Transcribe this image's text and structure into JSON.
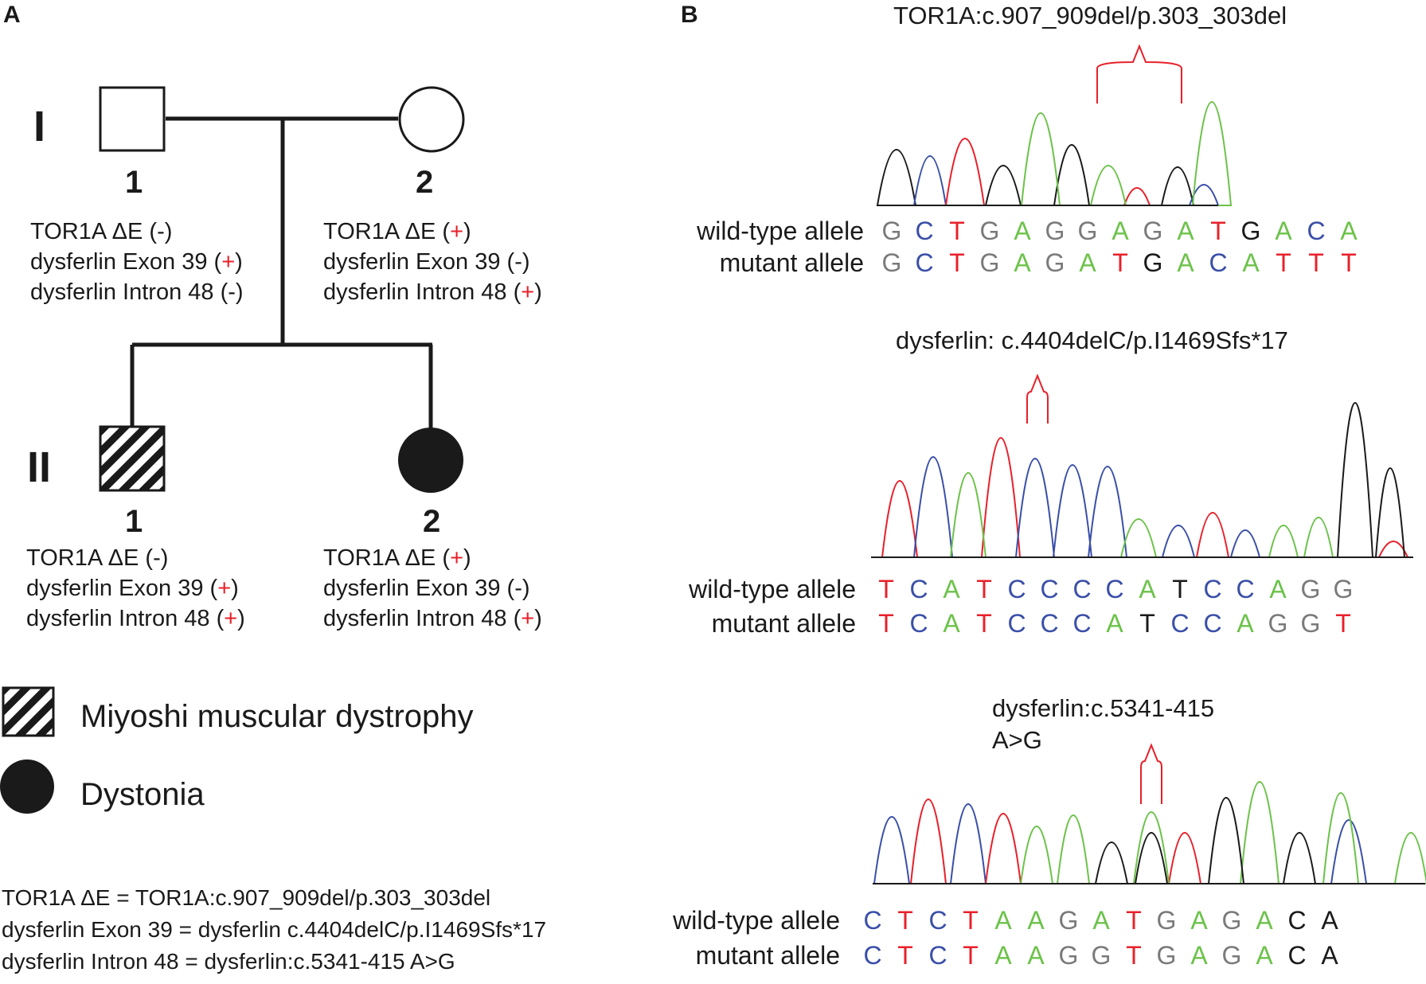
{
  "panels": {
    "a": "A",
    "b": "B"
  },
  "pedigree": {
    "generations": [
      "I",
      "II"
    ],
    "individuals": [
      {
        "id": "I-1",
        "number": "1",
        "status": "unaffected",
        "genotypes": [
          {
            "label": "TOR1A ΔE",
            "open": " (",
            "sign": "-",
            "close": ")",
            "positive": false
          },
          {
            "label": "dysferlin Exon 39",
            "open": " (",
            "sign": "+",
            "close": ")",
            "positive": true
          },
          {
            "label": "dysferlin Intron 48",
            "open": " (",
            "sign": "-",
            "close": ")",
            "positive": false
          }
        ]
      },
      {
        "id": "I-2",
        "number": "2",
        "status": "unaffected",
        "genotypes": [
          {
            "label": "TOR1A ΔE",
            "open": " (",
            "sign": "+",
            "close": ")",
            "positive": true
          },
          {
            "label": "dysferlin Exon 39",
            "open": " (",
            "sign": "-",
            "close": ")",
            "positive": false
          },
          {
            "label": "dysferlin Intron 48",
            "open": " (",
            "sign": "+",
            "close": ")",
            "positive": true
          }
        ]
      },
      {
        "id": "II-1",
        "number": "1",
        "status": "miyoshi",
        "genotypes": [
          {
            "label": "TOR1A ΔE",
            "open": " (",
            "sign": "-",
            "close": ")",
            "positive": false
          },
          {
            "label": "dysferlin Exon 39",
            "open": " (",
            "sign": "+",
            "close": ")",
            "positive": true
          },
          {
            "label": "dysferlin Intron 48",
            "open": " (",
            "sign": "+",
            "close": ")",
            "positive": true
          }
        ]
      },
      {
        "id": "II-2",
        "number": "2",
        "status": "dystonia",
        "genotypes": [
          {
            "label": "TOR1A ΔE",
            "open": " (",
            "sign": "+",
            "close": ")",
            "positive": true
          },
          {
            "label": "dysferlin Exon 39",
            "open": " (",
            "sign": "-",
            "close": ")",
            "positive": false
          },
          {
            "label": "dysferlin Intron 48",
            "open": " (",
            "sign": "+",
            "close": ")",
            "positive": true
          }
        ]
      }
    ]
  },
  "legend": {
    "miyoshi": "Miyoshi muscular dystrophy",
    "dystonia": "Dystonia"
  },
  "definitions": [
    "TOR1A ΔE = TOR1A:c.907_909del/p.303_303del",
    "dysferlin Exon 39 = dysferlin c.4404delC/p.I1469Sfs*17",
    "dysferlin Intron 48 = dysferlin:c.5341-415 A>G"
  ],
  "colors": {
    "A": "#6cc24a",
    "C": "#3a4fa8",
    "G": "#7a7a7a",
    "T": "#e8202a",
    "black": "#1a1a1a",
    "red": "#e8202a"
  },
  "chromatograms": [
    {
      "title": "TOR1A:c.907_909del/p.303_303del",
      "wild_label": "wild-type allele",
      "mutant_label": "mutant allele",
      "wild": [
        [
          "G",
          "G"
        ],
        [
          "C",
          "C"
        ],
        [
          "T",
          "T"
        ],
        [
          "G",
          "G"
        ],
        [
          "A",
          "A"
        ],
        [
          "G",
          "G"
        ],
        [
          "G",
          "G"
        ],
        [
          "A",
          "A"
        ],
        [
          "G",
          "G"
        ],
        [
          "A",
          "A"
        ],
        [
          "T",
          "T"
        ],
        [
          "G",
          "black"
        ],
        [
          "A",
          "A"
        ],
        [
          "C",
          "C"
        ],
        [
          "A",
          "A"
        ]
      ],
      "mutant": [
        [
          "G",
          "G"
        ],
        [
          "C",
          "C"
        ],
        [
          "T",
          "T"
        ],
        [
          "G",
          "G"
        ],
        [
          "A",
          "A"
        ],
        [
          "G",
          "G"
        ],
        [
          "A",
          "A"
        ],
        [
          "T",
          "T"
        ],
        [
          "G",
          "black"
        ],
        [
          "A",
          "A"
        ],
        [
          "C",
          "C"
        ],
        [
          "A",
          "A"
        ],
        [
          "T",
          "T"
        ],
        [
          "T",
          "T"
        ],
        [
          "T",
          "T"
        ]
      ]
    },
    {
      "title": "dysferlin: c.4404delC/p.I1469Sfs*17",
      "wild_label": "wild-type allele",
      "mutant_label": "mutant allele",
      "wild": [
        [
          "T",
          "T"
        ],
        [
          "C",
          "C"
        ],
        [
          "A",
          "A"
        ],
        [
          "T",
          "T"
        ],
        [
          "C",
          "C"
        ],
        [
          "C",
          "C"
        ],
        [
          "C",
          "C"
        ],
        [
          "C",
          "C"
        ],
        [
          "A",
          "A"
        ],
        [
          "T",
          "black"
        ],
        [
          "C",
          "C"
        ],
        [
          "C",
          "C"
        ],
        [
          "A",
          "A"
        ],
        [
          "G",
          "G"
        ],
        [
          "G",
          "G"
        ]
      ],
      "mutant": [
        [
          "T",
          "T"
        ],
        [
          "C",
          "C"
        ],
        [
          "A",
          "A"
        ],
        [
          "T",
          "T"
        ],
        [
          "C",
          "C"
        ],
        [
          "C",
          "C"
        ],
        [
          "C",
          "C"
        ],
        [
          "A",
          "A"
        ],
        [
          "T",
          "black"
        ],
        [
          "C",
          "C"
        ],
        [
          "C",
          "C"
        ],
        [
          "A",
          "A"
        ],
        [
          "G",
          "G"
        ],
        [
          "G",
          "G"
        ],
        [
          "T",
          "T"
        ]
      ]
    },
    {
      "title_line1": "dysferlin:c.5341-415",
      "title_line2": "A>G",
      "wild_label": "wild-type allele",
      "mutant_label": "mutant allele",
      "wild": [
        [
          "C",
          "C"
        ],
        [
          "T",
          "T"
        ],
        [
          "C",
          "C"
        ],
        [
          "T",
          "T"
        ],
        [
          "A",
          "A"
        ],
        [
          "A",
          "A"
        ],
        [
          "G",
          "G"
        ],
        [
          "A",
          "A"
        ],
        [
          "T",
          "T"
        ],
        [
          "G",
          "G"
        ],
        [
          "A",
          "A"
        ],
        [
          "G",
          "G"
        ],
        [
          "A",
          "A"
        ],
        [
          "C",
          "black"
        ],
        [
          "A",
          "black"
        ]
      ],
      "mutant": [
        [
          "C",
          "C"
        ],
        [
          "T",
          "T"
        ],
        [
          "C",
          "C"
        ],
        [
          "T",
          "T"
        ],
        [
          "A",
          "A"
        ],
        [
          "A",
          "A"
        ],
        [
          "G",
          "G"
        ],
        [
          "G",
          "G"
        ],
        [
          "T",
          "T"
        ],
        [
          "G",
          "G"
        ],
        [
          "A",
          "A"
        ],
        [
          "G",
          "G"
        ],
        [
          "A",
          "A"
        ],
        [
          "C",
          "black"
        ],
        [
          "A",
          "black"
        ]
      ]
    }
  ]
}
